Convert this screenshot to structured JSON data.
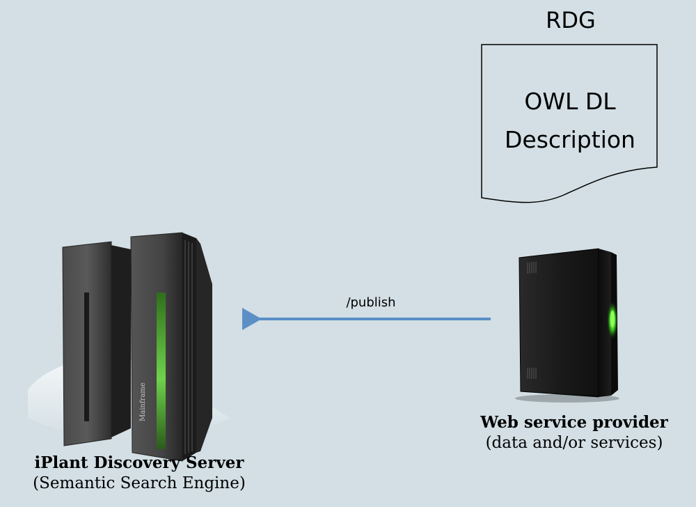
{
  "document": {
    "title": "RDG",
    "line1": "OWL DL",
    "line2": "Description"
  },
  "edge": {
    "label": "/publish"
  },
  "left_server": {
    "name": "iPlant Discovery Server",
    "subtitle": "(Semantic Search Engine)",
    "device_text": "Mainframe"
  },
  "right_server": {
    "name": "Web service provider",
    "subtitle": "(data and/or services)"
  },
  "colors": {
    "background": "#d3dfe4",
    "arrow": "#5b8fc6",
    "led": "#5fd13a"
  }
}
